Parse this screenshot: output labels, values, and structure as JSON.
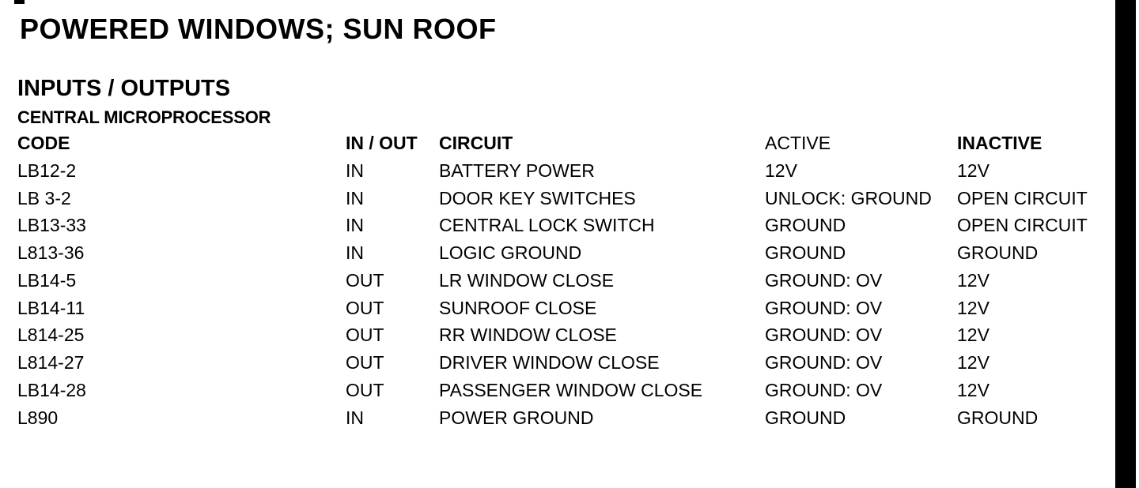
{
  "page": {
    "title": "POWERED WINDOWS; SUN ROOF",
    "section_heading": "INPUTS / OUTPUTS",
    "subsection_heading": "CENTRAL MICROPROCESSOR"
  },
  "table": {
    "columns": [
      "CODE",
      "IN / OUT",
      "CIRCUIT",
      "ACTIVE",
      "INACTIVE"
    ],
    "rows": [
      {
        "code": "LB12-2",
        "in_out": "IN",
        "circuit": "BATTERY POWER",
        "active": "12V",
        "inactive": "12V"
      },
      {
        "code": "LB 3-2",
        "in_out": "IN",
        "circuit": "DOOR KEY SWITCHES",
        "active": "UNLOCK: GROUND",
        "inactive": "OPEN CIRCUIT"
      },
      {
        "code": "LB13-33",
        "in_out": "IN",
        "circuit": "CENTRAL LOCK SWITCH",
        "active": "GROUND",
        "inactive": "OPEN CIRCUIT"
      },
      {
        "code": "L813-36",
        "in_out": "IN",
        "circuit": "LOGIC GROUND",
        "active": "GROUND",
        "inactive": "GROUND"
      },
      {
        "code": "LB14-5",
        "in_out": "OUT",
        "circuit": "LR WINDOW CLOSE",
        "active": "GROUND: OV",
        "inactive": "12V"
      },
      {
        "code": "LB14-11",
        "in_out": "OUT",
        "circuit": "SUNROOF CLOSE",
        "active": "GROUND: OV",
        "inactive": "12V"
      },
      {
        "code": "L814-25",
        "in_out": "OUT",
        "circuit": "RR WINDOW CLOSE",
        "active": "GROUND: OV",
        "inactive": "12V"
      },
      {
        "code": "L814-27",
        "in_out": "OUT",
        "circuit": "DRIVER WINDOW CLOSE",
        "active": "GROUND: OV",
        "inactive": "12V"
      },
      {
        "code": "LB14-28",
        "in_out": "OUT",
        "circuit": "PASSENGER WINDOW CLOSE",
        "active": "GROUND: OV",
        "inactive": "12V"
      },
      {
        "code": "L890",
        "in_out": "IN",
        "circuit": "POWER GROUND",
        "active": "GROUND",
        "inactive": "GROUND"
      }
    ]
  },
  "colors": {
    "text": "#000000",
    "background": "#ffffff",
    "scan_bar": "#000000"
  }
}
